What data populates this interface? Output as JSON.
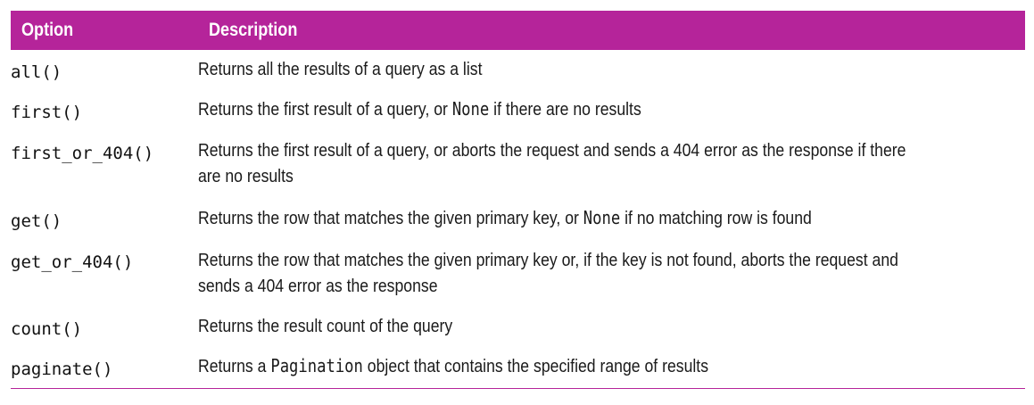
{
  "header": {
    "option": "Option",
    "description": "Description"
  },
  "rows": [
    {
      "option": "all()",
      "description": [
        "Returns all the results of a query as a list"
      ]
    },
    {
      "option": "first()",
      "description": [
        "Returns the first result of a query, or ",
        "None",
        " if there are no results"
      ]
    },
    {
      "option": "first_or_404()",
      "line1": "Returns the first result of a query, or aborts the request and sends a 404 error as the response if there",
      "line2": "are no results"
    },
    {
      "option": "get()",
      "description": [
        "Returns the row that matches the given primary key, or ",
        "None",
        " if no matching row is found"
      ]
    },
    {
      "option": "get_or_404()",
      "line1": "Returns the row that matches the given primary key or, if the key is not found, aborts the request and",
      "line2": "sends a 404 error as the response"
    },
    {
      "option": "count()",
      "description": [
        "Returns the result count of the query"
      ]
    },
    {
      "option": "paginate()",
      "description": [
        "Returns a ",
        "Pagination",
        " object that contains the specified range of results"
      ]
    }
  ],
  "colors": {
    "header_bg": "#b5249a",
    "header_text": "#ffffff",
    "rule": "#b5249a"
  }
}
